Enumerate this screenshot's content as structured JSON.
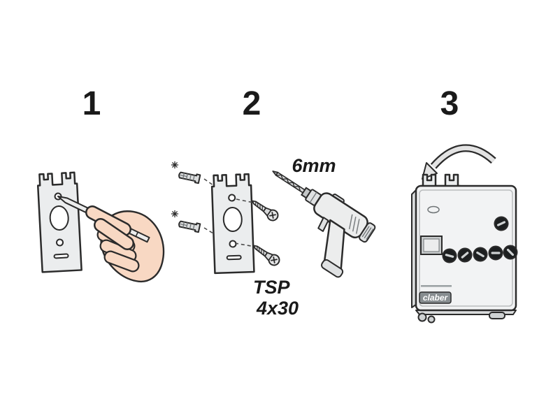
{
  "steps": [
    {
      "number": "1"
    },
    {
      "number": "2"
    },
    {
      "number": "3"
    }
  ],
  "labels": {
    "drill_bit_size": "6mm",
    "screw_type": "TSP",
    "screw_size": "4x30",
    "brand": "claber"
  },
  "colors": {
    "background": "#ffffff",
    "outline": "#2b2b2b",
    "panel_gray": "#ececec",
    "skin": "#f8d8c3",
    "knob_black": "#1d1f20"
  }
}
